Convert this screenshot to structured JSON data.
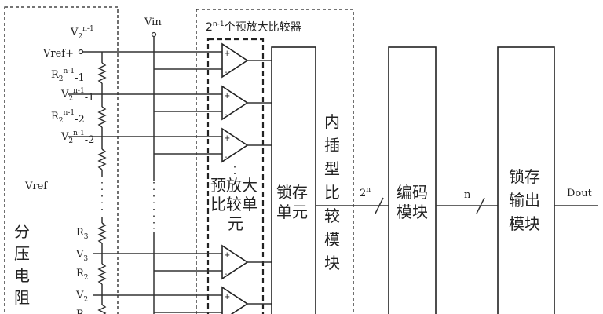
{
  "labels": {
    "vin": "Vin",
    "vref": "Vref",
    "vref_plus": "Vref+",
    "dout": "Dout",
    "comparator_array_title": "2n-1个预放大比较器",
    "preamp_unit": [
      "预放大",
      "比较单",
      "元"
    ],
    "divider": [
      "分",
      "压",
      "电",
      "阻"
    ],
    "latch_unit": [
      "锁存",
      "单元"
    ],
    "interp": [
      "内",
      "插",
      "型",
      "比",
      "较",
      "模",
      "块"
    ],
    "encoder": [
      "编码",
      "模块"
    ],
    "latch_out": [
      "锁存",
      "输出",
      "模块"
    ],
    "bus_2n": "2n",
    "bus_n": "n",
    "v_top": "V2n-1",
    "r_1": "R2n-1-1",
    "v_1": "V2n-1-1",
    "r_2": "R2n-1-2",
    "v_2": "V2n-1-2",
    "r3": "R3",
    "v3": "V3",
    "r2": "R2",
    "v2": "V2",
    "r1_cut": "R"
  }
}
